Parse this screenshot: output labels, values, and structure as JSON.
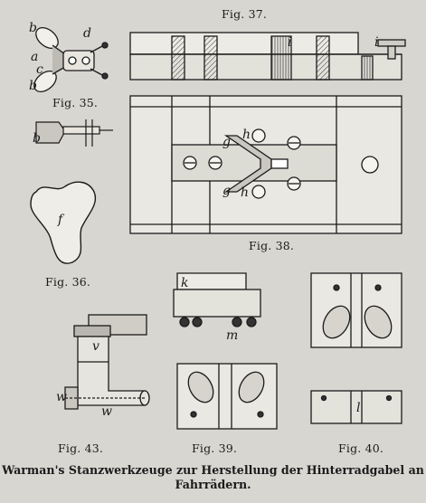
{
  "figures": {
    "fig35": "Fig. 35.",
    "fig36": "Fig. 36.",
    "fig37": "Fig. 37.",
    "fig38": "Fig. 38.",
    "fig39": "Fig. 39.",
    "fig40": "Fig. 40.",
    "fig43": "Fig. 43."
  },
  "letters": {
    "b": "b",
    "d": "d",
    "a": "a",
    "c": "c",
    "f": "f",
    "i": "i",
    "g": "g",
    "h": "h",
    "k": "k",
    "m": "m",
    "v": "v",
    "w": "w",
    "l": "l"
  },
  "caption": {
    "line1": "Warman's Stanzwerkzeuge zur Herstellung der Hinterradgabel an",
    "line2": "Fahrrädern."
  }
}
